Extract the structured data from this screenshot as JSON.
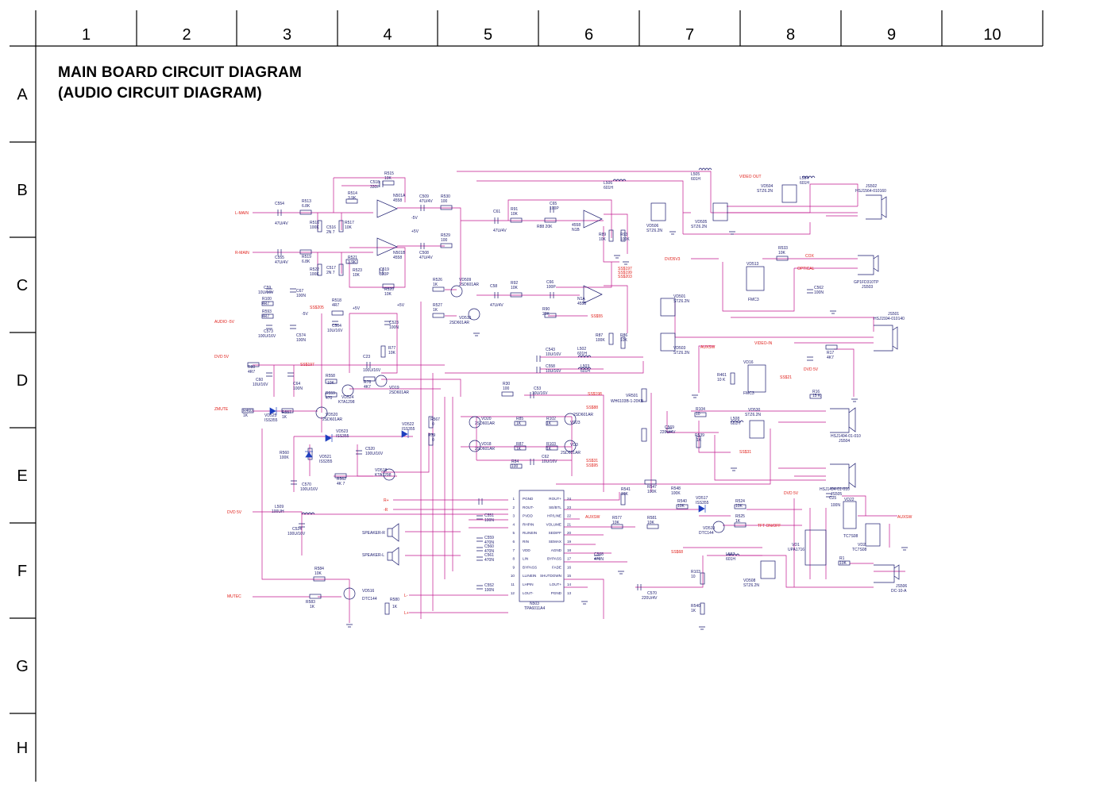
{
  "title": {
    "line1": "MAIN BOARD CIRCUIT DIAGRAM",
    "line2": "(AUDIO CIRCUIT DIAGRAM)"
  },
  "grid": {
    "columns": [
      "1",
      "2",
      "3",
      "4",
      "5",
      "6",
      "7",
      "8",
      "9",
      "10"
    ],
    "rows": [
      "A",
      "B",
      "C",
      "D",
      "E",
      "F",
      "G",
      "H"
    ]
  },
  "colors": {
    "frame": "#000000",
    "wire": "#c2188f",
    "component": "#1a1a6e",
    "signal": "#e0201b",
    "diode": "#1f3fbf"
  },
  "signals": {
    "l_main": "L-MAIN",
    "r_main": "R-MAIN",
    "audio_5v": "AUDIO -5V",
    "dvd5v_a": "DVD 5V",
    "zmute": "ZMUTE",
    "dvd5v_b": "DVD 5V",
    "speaker_r": "SPEAKER-R",
    "speaker_l": "SPEAKER-L",
    "mutec": "MUTEC",
    "video_out": "VIDEO OUT",
    "dvd5v3": "DVD5V3",
    "cox": "COX",
    "optical": "OPTICAL",
    "video_in": "VIDEO-IN",
    "auxsw_a": "AUXSW",
    "dvd5v_c": "DVD 5V",
    "auxsw_b": "AUXSW",
    "tft_onoff": "TFT ON/OFF",
    "auxsw_c": "AUXSW",
    "dvd5v_d": "DVD 5V",
    "r_plus": "R+",
    "r_minus": "-R",
    "l_minus": "L-",
    "l_plus": "L+",
    "ss5_a": "SS$205",
    "ss5_b": "SS$197",
    "ss5_c": "SS$197",
    "ss5_d": "SS$199",
    "ss5_e": "SS$203",
    "ss5_f": "SS$55",
    "ss5_g": "SS$198",
    "ss5_h": "SS$88",
    "ss5_i": "SS$31",
    "ss5_j": "SS$95",
    "ss5_k": "SS$21",
    "ss5_l": "SS$31",
    "ss5_m": "SS$68"
  },
  "components": {
    "c54": "C554",
    "c54v": "47U/4V",
    "r513": "R513",
    "r513v": "6.8K",
    "r516": "R516",
    "r516v": "100K",
    "c516": "C516",
    "c516v": "2N 7",
    "r517": "R517",
    "r517v": "10K",
    "r514": "R514",
    "r514v": "3.9K",
    "c518": "C518",
    "c518v": "330P",
    "r515": "R515",
    "r515v": "10K",
    "n501a": "N501A",
    "n501av": "4558",
    "n501b": "N501B",
    "n501bv": "4558",
    "c509": "C509",
    "c509v": "47U/4V",
    "r530": "R530",
    "r530v": "100",
    "c508": "C508",
    "c508v": "47U/4V",
    "r529": "R529",
    "r529v": "100",
    "c555": "C555",
    "c555v": "47U/4V",
    "r519": "R519",
    "r519v": "6.8K",
    "r522": "R522",
    "r522v": "100K",
    "c517": "C517",
    "c517v": "2N 7",
    "r521": "R521",
    "r521v": "3.9K",
    "r523": "R523",
    "r523v": "10K",
    "c519": "C519",
    "c519v": "330P",
    "r520": "R520",
    "r520v": "10K",
    "c61": "C61",
    "c61v": "47U/4V",
    "r91": "R91",
    "r91v": "10K",
    "c65": "C65",
    "c65v": "100P",
    "r88": "R88 20K",
    "n1b": "4558",
    "n1bv": "N1B",
    "r89": "R89",
    "r89v": "10K",
    "r93": "R93",
    "r93v": "100K",
    "l506": "L506",
    "l506v": "601H",
    "l505": "L505",
    "l505v": "601H",
    "vd506": "VD506",
    "vd506v": "STZ6.2N",
    "vd505": "VD505",
    "vd505v": "STZ6.2N",
    "vd504": "VD504",
    "vd504v": "STZ6.2N",
    "l504": "L504",
    "l504v": "601H",
    "js502": "JS502",
    "js502v": "HSJ1564-010160",
    "c59": "C59",
    "c59v": "10U/16V",
    "c67": "C67",
    "c67v": "100N",
    "r100": "R100",
    "r100v": "4R7",
    "r593": "R593",
    "r593v": "4R7",
    "c573": "C573",
    "c573v": "100U/16V",
    "c574": "C574",
    "c574v": "100N",
    "r518": "R518",
    "r518v": "4R7",
    "c504": "C504",
    "c504v": "10U/16V",
    "c523": "C523",
    "c523v": "100N",
    "r526": "R526",
    "r526v": "1K",
    "r527": "R527",
    "r527v": "1K",
    "vd509": "VD509",
    "vd509v": "2SD601AR",
    "vd510": "VD510",
    "vd510v": "2SD601AR",
    "c58": "C58",
    "c58v": "47U/4V",
    "r92": "R92",
    "r92v": "10K",
    "c66": "C66",
    "c66v": "100P",
    "r90": "R90",
    "r90v": "20K",
    "n1a": "N1A",
    "n1av": "4558",
    "r87": "R87",
    "r87v": "100K",
    "r86": "R86",
    "r86v": "10K",
    "r533": "R533",
    "r533v": "10K",
    "vd513": "VD513",
    "fmc3a": "FMC3",
    "c562": "C562",
    "c562v": "100N",
    "js503": "GP1FD310TP",
    "js503v": "JS503",
    "vd501": "VD501",
    "vd501v": "STZ6.2N",
    "vd503": "VD503",
    "vd503v": "STZ6.2N",
    "js501": "JS501",
    "js501v": "HSJ1594-010140",
    "r77": "R77",
    "r77v": "10K",
    "c23": "C23",
    "c23v": "100U/16V",
    "r80": "R80",
    "r80v": "4R7",
    "c60": "C60",
    "c60v": "10U/16V",
    "c64": "C64",
    "c64v": "100N",
    "r558": "R558",
    "r558v": "10K",
    "r559": "R559",
    "r559v": "470",
    "vd524": "VD524",
    "vd524v": "KTA1298",
    "r78": "R78",
    "r78v": "4K7",
    "vd19": "VD19",
    "vd19v": "2SD601AR",
    "c543": "C543",
    "c543v": "10U/16V",
    "l502": "L502",
    "l502v": "601H",
    "c559": "C558",
    "c559v": "10U/16V",
    "l503": "L503",
    "l503v": "601H",
    "r17": "R17",
    "r17v": "4K7",
    "vd16": "VD16",
    "fmc3b": "FMC3",
    "r461": "R461",
    "r461v": "10 K",
    "r460": "R460",
    "r460v": "1K",
    "vd525": "VD525",
    "vd525v": "ISS355",
    "r557": "R557",
    "r557v": "1K",
    "vd520": "VD520",
    "vd520v": "2SD601AR",
    "r30": "R30",
    "r30v": "100",
    "c53": "C53",
    "c53v": "10U/16V",
    "vr501": "VR501",
    "vr501v": "WH6103B-1-20KB",
    "r16": "R16",
    "r16v": "15 K",
    "r104": "R104",
    "r104v": "10",
    "vd530": "VD530",
    "vd530v": "STZ6.2N",
    "l508": "L508",
    "l508v": "601H",
    "js504": "HSJ1494-01-010",
    "js504v": "JS504",
    "vd523": "VD523",
    "vd523v": "ISS355",
    "r567": "R567",
    "r567v": "0",
    "vd522": "VD522",
    "vd522v": "ISS355",
    "vd20": "VD20",
    "vd20v": "2SD601AR",
    "r85": "R85",
    "r85v": "1K",
    "r102": "R102",
    "r102v": "1K",
    "vd23": "VD23",
    "vd23v": "2SD601AR",
    "c569": "C569",
    "c569v": "220U/4V",
    "r539": "R539",
    "r539v": "1K",
    "r560": "R560",
    "r560v": "100K",
    "vd521": "VD521",
    "vd521v": "ISS355",
    "c520": "C520",
    "c520v": "100U/16V",
    "r79": "R79",
    "r79v": "0",
    "vd18": "VD18",
    "vd18v": "2SD601AR",
    "r87b": "R87",
    "r87bv": "1K",
    "r103": "R103",
    "r103v": "1K",
    "vd3": "VD3",
    "vd3v": "2SD601AR",
    "r84": "R84",
    "r84v": "100",
    "c62": "C62",
    "c62v": "10U/16V",
    "c570": "C570",
    "c570v": "100U/16V",
    "r562": "R562",
    "r562v": "4K 7",
    "vd518": "VD518",
    "vd518v": "KTA1298",
    "r541": "R541",
    "r541v": "10K",
    "r547": "R547",
    "r547v": "100K",
    "r548": "R548",
    "r548v": "100K",
    "r540": "R540",
    "r540v": "10K",
    "vd517": "VD517",
    "vd517v": "ISS355",
    "r524": "R524",
    "r524v": "10K",
    "js505": "HSJ1494-01-010",
    "js505v": "JS505",
    "l509": "L509",
    "l509v": "100UH",
    "c524": "C524",
    "c524v": "100U/16V",
    "c551": "C551",
    "c551v": "100N",
    "c559b": "C559",
    "c559bv": "470N",
    "c560": "C560",
    "c560v": "470N",
    "c561": "C561",
    "c561v": "470N",
    "c552": "C552",
    "c552v": "100N",
    "c568": "C568",
    "c568v": "470N",
    "n503": "N503",
    "n503v": "TPA6011A4",
    "r577": "R577",
    "r577v": "10K",
    "r581": "R581",
    "r581v": "10K",
    "vd519": "VD519",
    "vd519v": "DTC144",
    "r525": "R525",
    "r525v": "1K",
    "c25": "C25",
    "c25v": "100N",
    "vd22": "VD22",
    "tc7s08a": "TC7S08",
    "vd1": "VD1",
    "vd1v": "UPA1716",
    "vd2": "VD2",
    "vd2v": "TC7S08",
    "l507": "L507",
    "l507v": "601H",
    "vd508": "VD508",
    "vd508v": "STZ6.2N",
    "r1": "R1",
    "r1v": "10K",
    "js506": "JS506",
    "js506v": "DC-10-A",
    "r584": "R584",
    "r584v": "10K",
    "r583": "R583",
    "r583v": "1K",
    "vd516": "VD516",
    "vd516v": "DTC144",
    "r580": "R580",
    "r580v": "1K",
    "c570b": "C570",
    "c570bv": "220U/4V",
    "r103b": "R103",
    "r103bv": "10",
    "r540b": "R540",
    "r540bv": "1K",
    "plus5v_a": "+5V",
    "minus5v_a": "-5V",
    "plus5v_b": "+5V",
    "minus5v_b": "-5V",
    "plus5v_c": "+5V"
  },
  "amp_pins_left": [
    {
      "n": "1",
      "name": "PGND"
    },
    {
      "n": "2",
      "name": "ROUT-"
    },
    {
      "n": "3",
      "name": "PVDD"
    },
    {
      "n": "4",
      "name": "RHPIN"
    },
    {
      "n": "5",
      "name": "RLINEIN"
    },
    {
      "n": "6",
      "name": "RIN"
    },
    {
      "n": "7",
      "name": "VDD"
    },
    {
      "n": "8",
      "name": "LIN"
    },
    {
      "n": "9",
      "name": "BYPASS"
    },
    {
      "n": "10",
      "name": "LLINEIN"
    },
    {
      "n": "11",
      "name": "LHPIN"
    },
    {
      "n": "12",
      "name": "LOUT-"
    }
  ],
  "amp_pins_right": [
    {
      "n": "24",
      "name": "ROUT+"
    },
    {
      "n": "23",
      "name": "SE/BTL"
    },
    {
      "n": "22",
      "name": "HP/LINE"
    },
    {
      "n": "21",
      "name": "VOLUME"
    },
    {
      "n": "20",
      "name": "SEDIFF"
    },
    {
      "n": "19",
      "name": "SEMAX"
    },
    {
      "n": "18",
      "name": "AGND"
    },
    {
      "n": "17",
      "name": "BYPASS"
    },
    {
      "n": "16",
      "name": "FADE"
    },
    {
      "n": "15",
      "name": "SHUTDOWN"
    },
    {
      "n": "14",
      "name": "LOUT+"
    },
    {
      "n": "13",
      "name": "PGND"
    }
  ]
}
